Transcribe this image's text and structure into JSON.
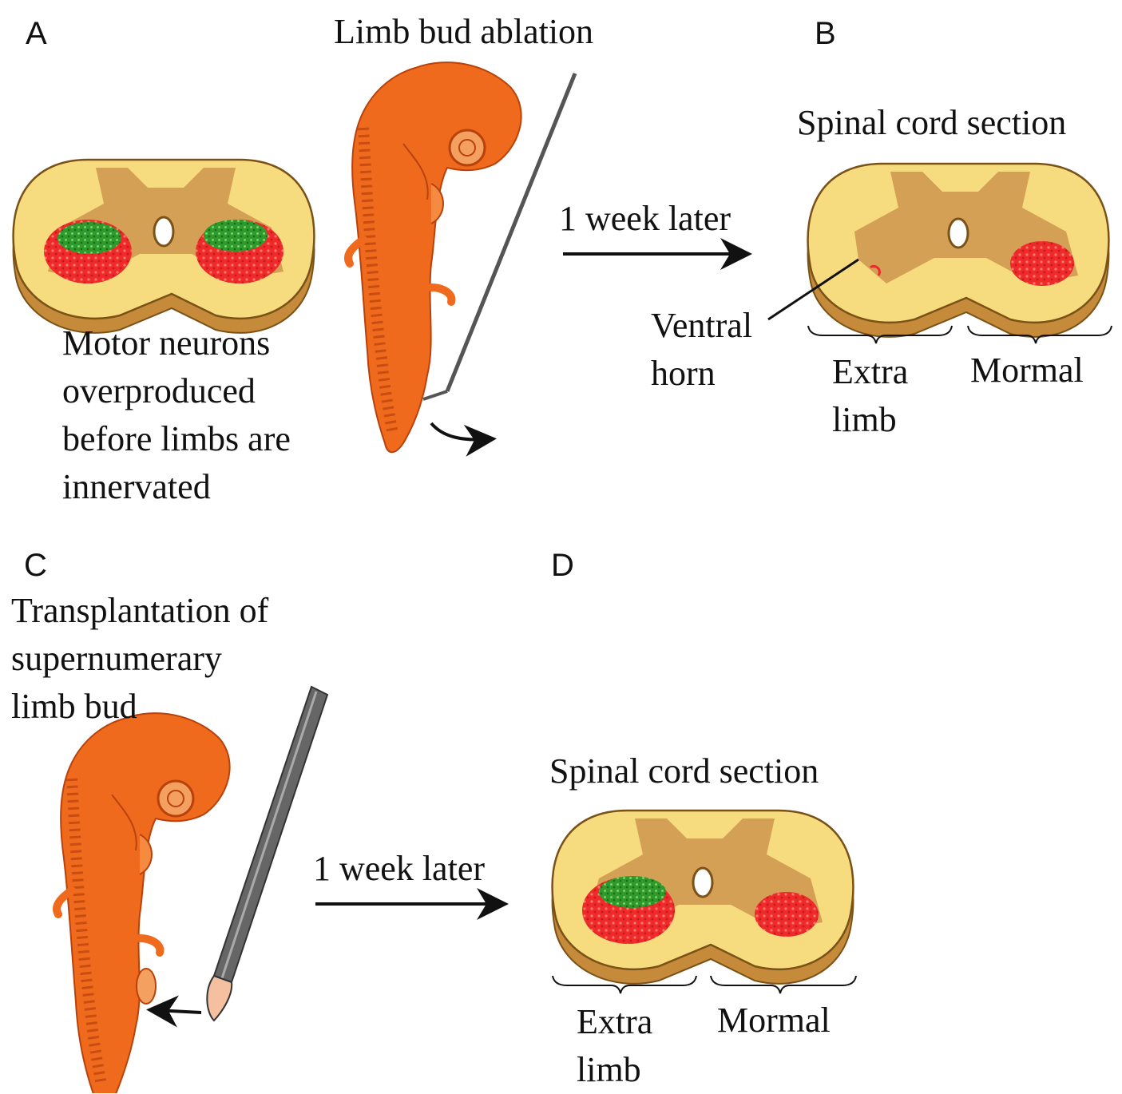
{
  "panels": {
    "a": {
      "letter": "A",
      "title": "Limb bud ablation",
      "caption": [
        "Motor neurons",
        "overproduced",
        "before limbs are",
        "innervated"
      ]
    },
    "b": {
      "letter": "B",
      "section_title": "Spinal cord section",
      "arrow_label": "1 week later",
      "pointer_label": [
        "Ventral",
        "horn"
      ],
      "left_label": [
        "Extra",
        "limb"
      ],
      "right_label": "Mormal"
    },
    "c": {
      "letter": "C",
      "title": [
        "Transplantation of",
        "supernumerary",
        "limb bud"
      ],
      "arrow_label": "1 week later"
    },
    "d": {
      "letter": "D",
      "section_title": "Spinal cord section",
      "left_label": [
        "Extra",
        "limb"
      ],
      "right_label": "Mormal"
    }
  },
  "colors": {
    "white_matter": "#f6dc7e",
    "gray_matter": "#d4a055",
    "section_edge": "#c58a3a",
    "motor_neurons_red": "#ee2a2a",
    "motor_neurons_green": "#2e9a2e",
    "embryo": "#f06a1e",
    "embryo_dark": "#b8420c",
    "instrument": "#555555"
  }
}
